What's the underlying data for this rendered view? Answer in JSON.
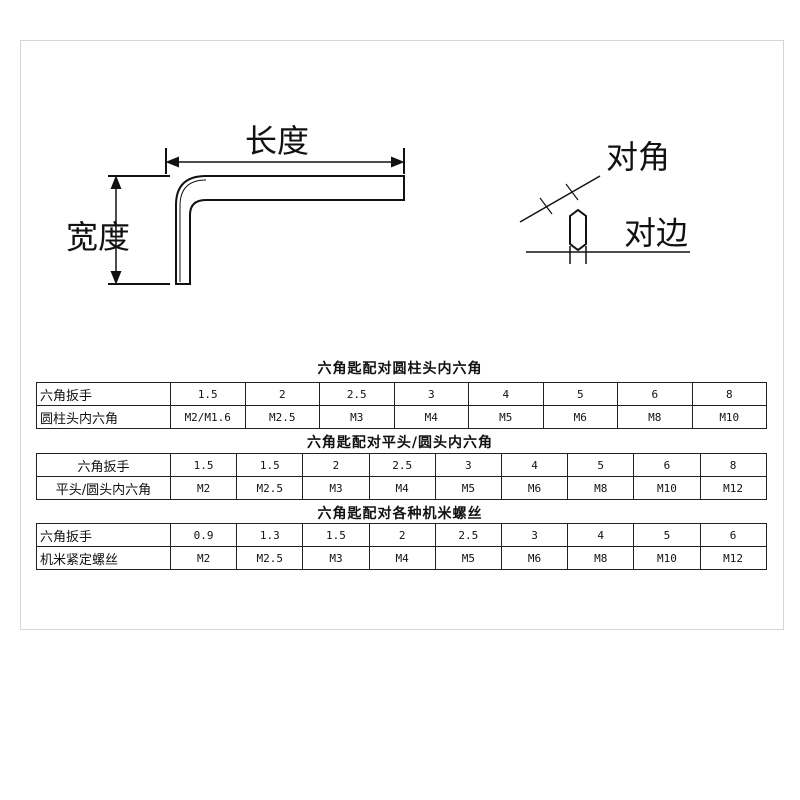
{
  "diagram": {
    "length_label": "长度",
    "width_label": "宽度",
    "corner_label": "对角",
    "flat_label": "对边"
  },
  "tables": [
    {
      "title": "六角匙配对圆柱头内六角",
      "row1_label": "六角扳手",
      "row2_label": "圆柱头内六角",
      "sizes": [
        "1.5",
        "2",
        "2.5",
        "3",
        "4",
        "5",
        "6",
        "8"
      ],
      "screws": [
        "M2/M1.6",
        "M2.5",
        "M3",
        "M4",
        "M5",
        "M6",
        "M8",
        "M10"
      ]
    },
    {
      "title": "六角匙配对平头/圆头内六角",
      "row1_label": "六角扳手",
      "row2_label": "平头/圆头内六角",
      "sizes": [
        "1.5",
        "1.5",
        "2",
        "2.5",
        "3",
        "4",
        "5",
        "6",
        "8"
      ],
      "screws": [
        "M2",
        "M2.5",
        "M3",
        "M4",
        "M5",
        "M6",
        "M8",
        "M10",
        "M12"
      ]
    },
    {
      "title": "六角匙配对各种机米螺丝",
      "row1_label": "六角扳手",
      "row2_label": "机米紧定螺丝",
      "sizes": [
        "0.9",
        "1.3",
        "1.5",
        "2",
        "2.5",
        "3",
        "4",
        "5",
        "6"
      ],
      "screws": [
        "M2",
        "M2.5",
        "M3",
        "M4",
        "M5",
        "M6",
        "M8",
        "M10",
        "M12"
      ]
    }
  ]
}
